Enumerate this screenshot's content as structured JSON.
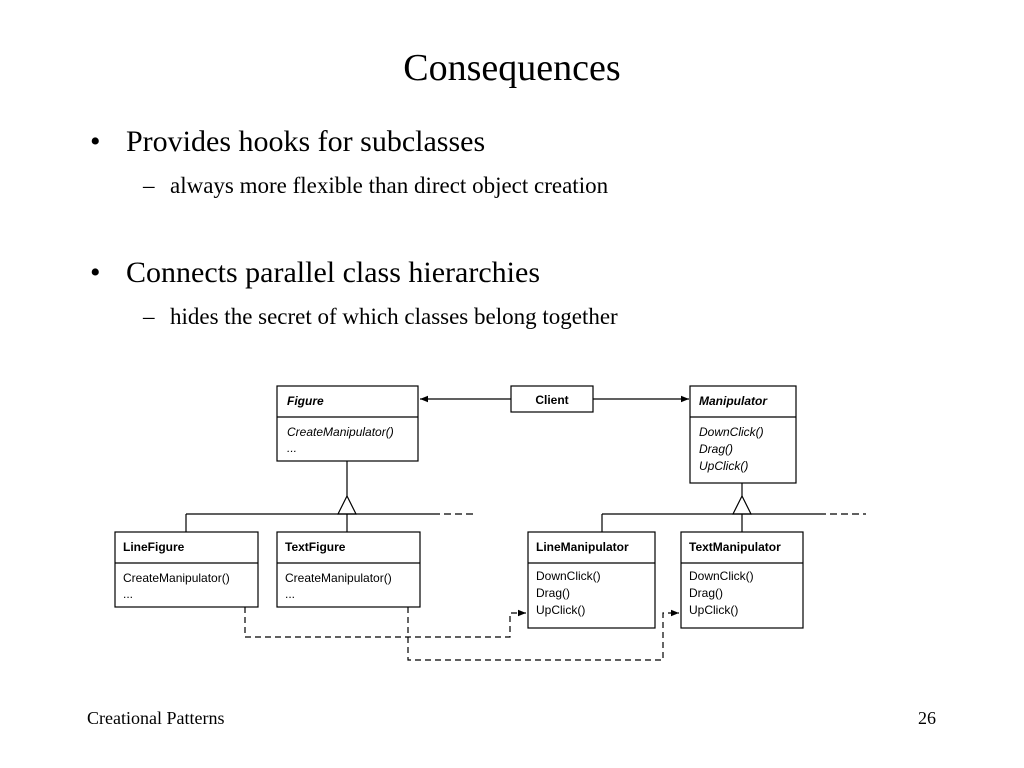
{
  "slide": {
    "title": "Consequences",
    "bullets": [
      {
        "text": "Provides hooks for subclasses",
        "sub": "always more flexible than direct object creation"
      },
      {
        "text": "Connects parallel class hierarchies",
        "sub": "hides the secret of which classes belong together"
      }
    ],
    "bullet_glyph": "•",
    "sub_glyph": "–",
    "footer_left": "Creational Patterns",
    "page_number": "26"
  },
  "diagram": {
    "figure": {
      "name": "Figure",
      "ops": [
        "CreateManipulator()",
        "..."
      ]
    },
    "client": {
      "name": "Client"
    },
    "manipulator": {
      "name": "Manipulator",
      "ops": [
        "DownClick()",
        "Drag()",
        "UpClick()"
      ]
    },
    "line_figure": {
      "name": "LineFigure",
      "ops": [
        "CreateManipulator()",
        "..."
      ]
    },
    "text_figure": {
      "name": "TextFigure",
      "ops": [
        "CreateManipulator()",
        "..."
      ]
    },
    "line_manipulator": {
      "name": "LineManipulator",
      "ops": [
        "DownClick()",
        "Drag()",
        "UpClick()"
      ]
    },
    "text_manipulator": {
      "name": "TextManipulator",
      "ops": [
        "DownClick()",
        "Drag()",
        "UpClick()"
      ]
    }
  }
}
